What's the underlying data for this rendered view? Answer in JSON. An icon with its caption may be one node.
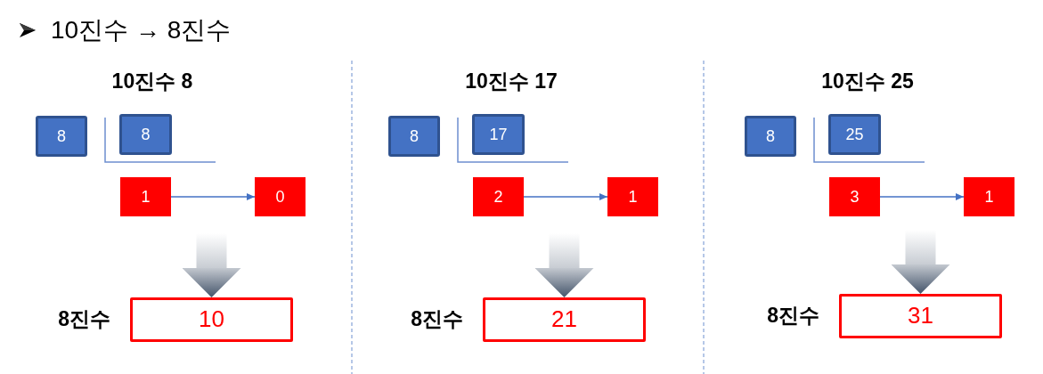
{
  "diagram": {
    "title": "10진수 → 8진수",
    "nodes": [
      {
        "text": [
          "8"
        ]
      },
      {
        "text": [
          "8"
        ]
      },
      {
        "text": [
          "1"
        ]
      },
      {
        "text": [
          "0"
        ]
      },
      {
        "text": [
          "10"
        ],
        "beside": [
          "8진수"
        ]
      },
      {
        "text": [
          "8"
        ]
      },
      {
        "text": [
          "17"
        ]
      },
      {
        "text": [
          "2"
        ]
      },
      {
        "text": [
          "1"
        ]
      },
      {
        "text": [
          "21"
        ],
        "beside": [
          "8진수"
        ]
      },
      {
        "text": [
          "8"
        ]
      },
      {
        "text": [
          "25"
        ]
      },
      {
        "text": [
          "3"
        ]
      },
      {
        "text": [
          "1"
        ]
      },
      {
        "text": [
          "31"
        ],
        "beside": [
          "8진수"
        ]
      }
    ],
    "edges": [
      {
        "from": 2,
        "to": 3,
        "arrow": "to"
      },
      {
        "from": null,
        "to": 4,
        "arrow": "to",
        "style": "thick",
        "color": "#44546a"
      },
      {
        "from": 7,
        "to": 8,
        "arrow": "to"
      },
      {
        "from": null,
        "to": 9,
        "arrow": "to",
        "style": "thick",
        "color": "#44546a"
      },
      {
        "from": 12,
        "to": 13,
        "arrow": "to"
      },
      {
        "from": null,
        "to": 14,
        "arrow": "to",
        "style": "thick",
        "color": "#44546a"
      }
    ],
    "labels": [
      "10진수 8",
      "10진수 17",
      "10진수 25"
    ]
  }
}
